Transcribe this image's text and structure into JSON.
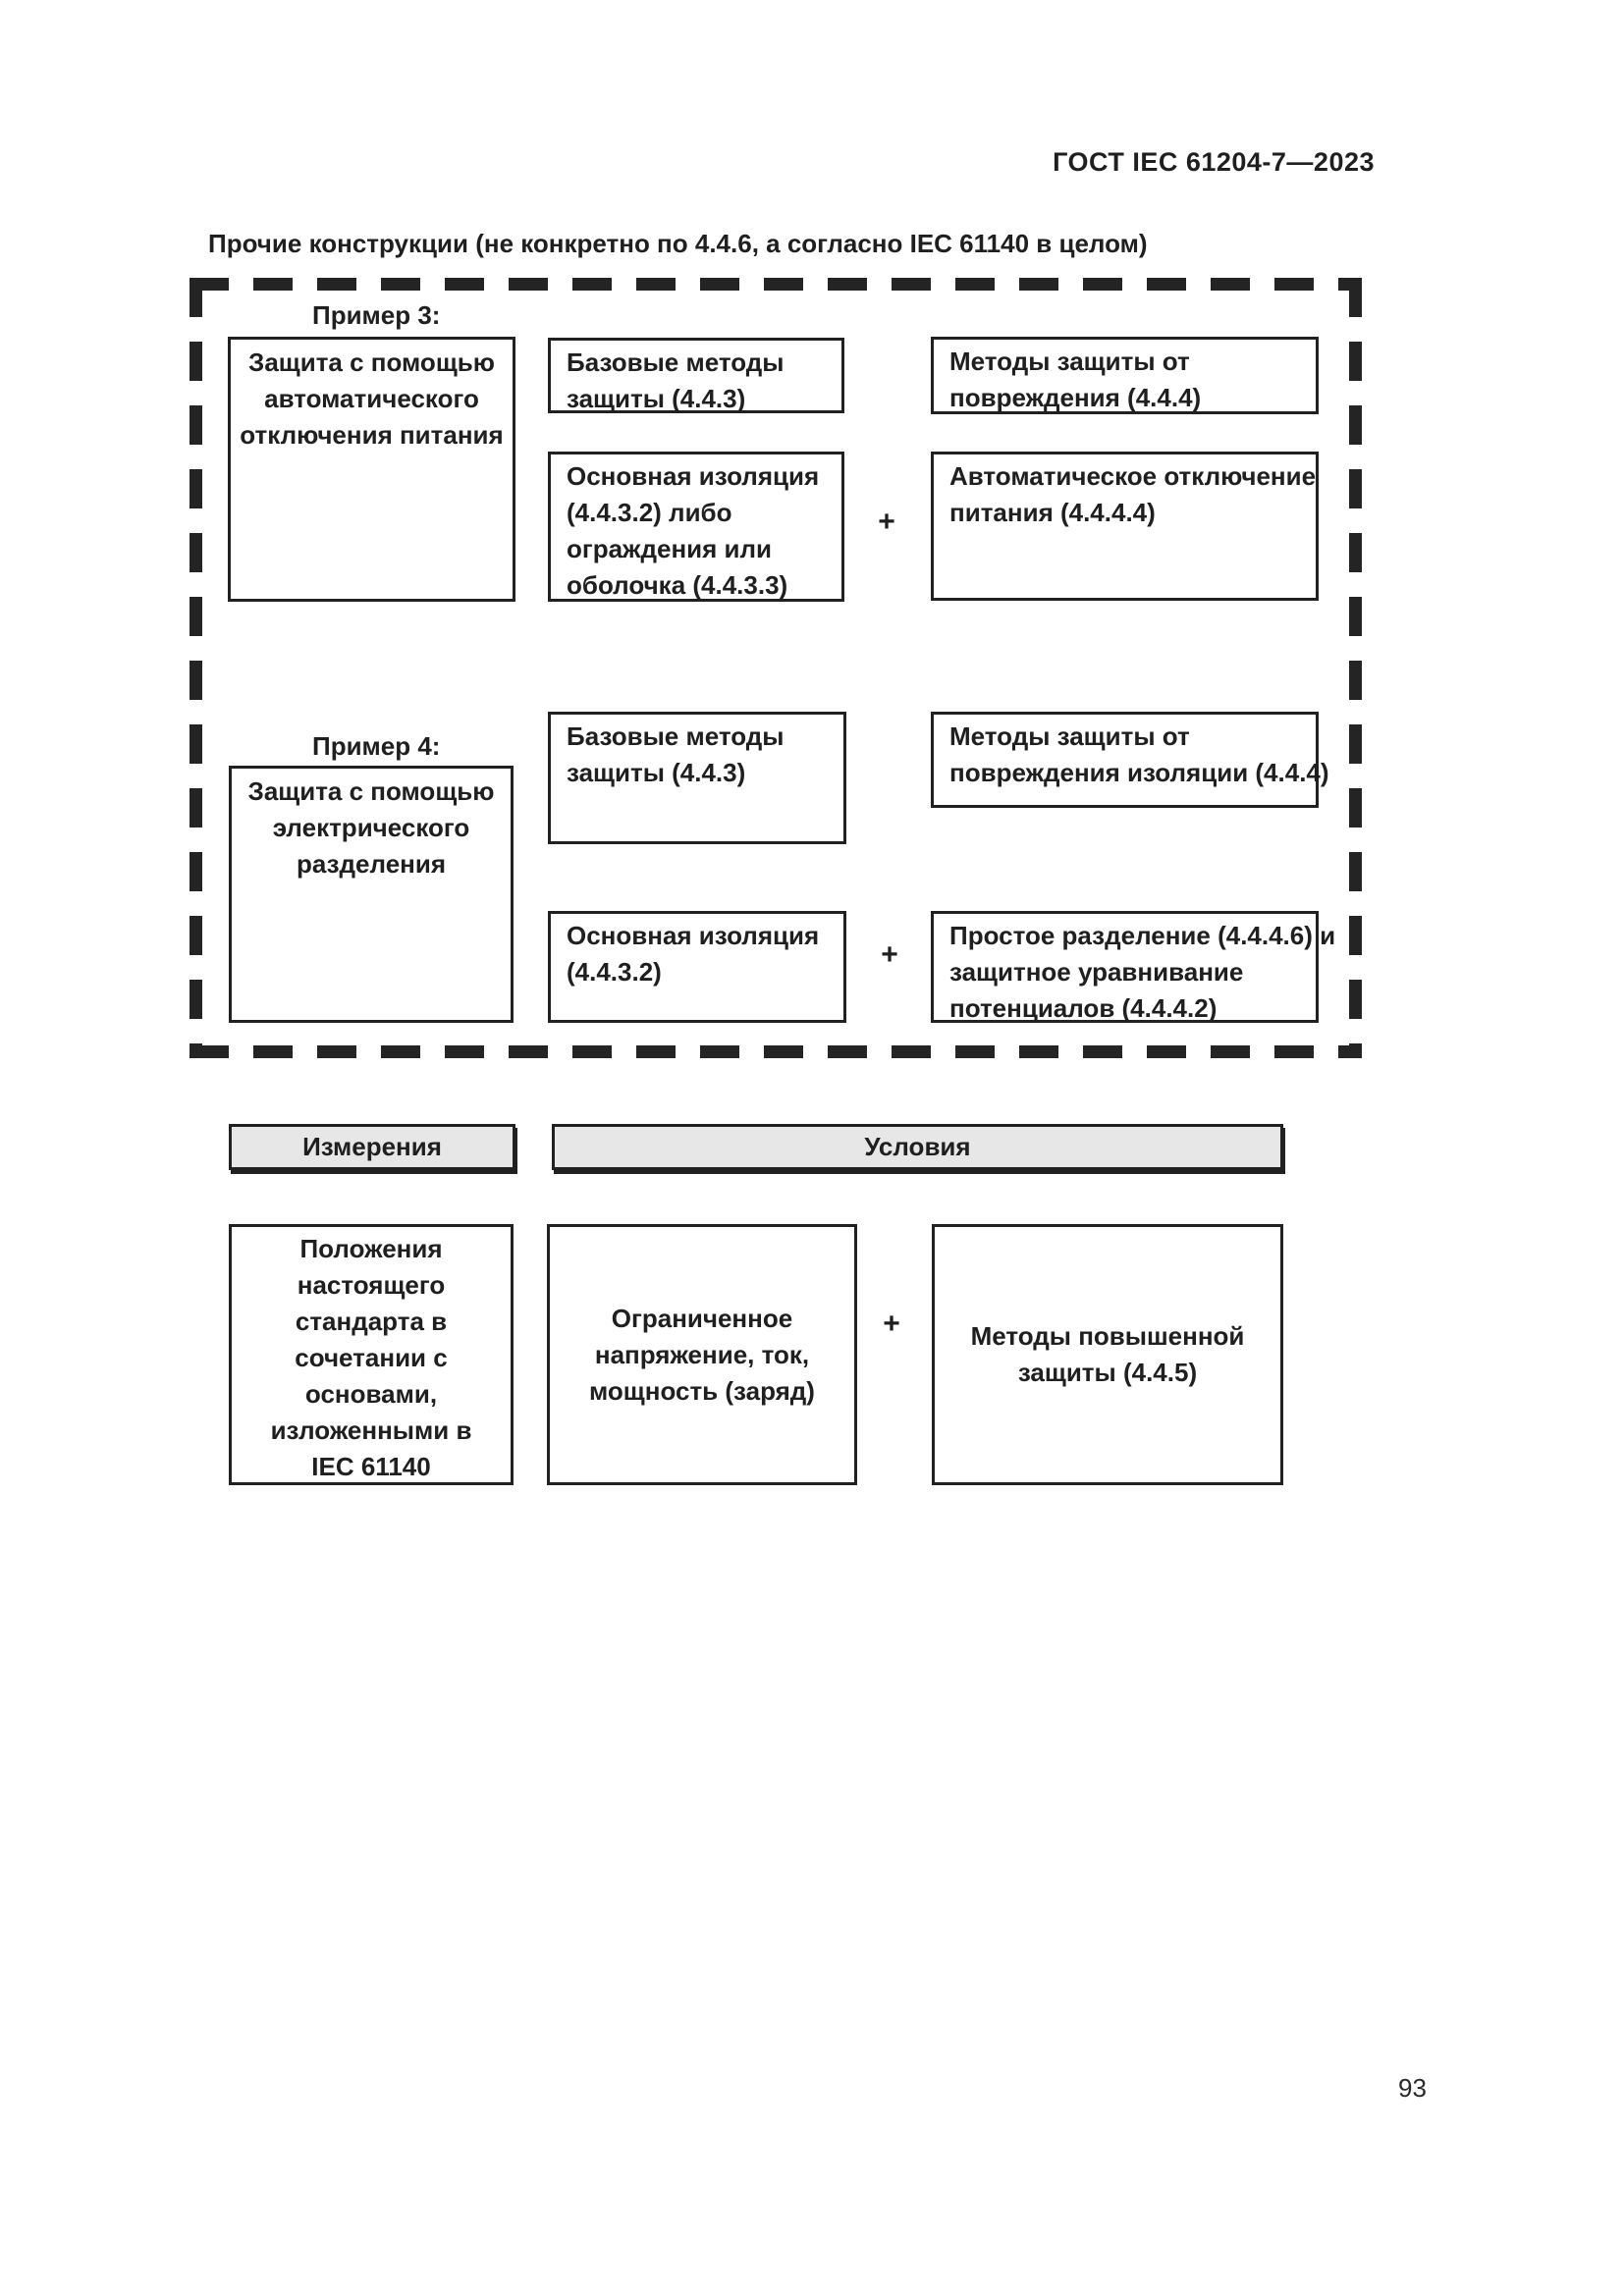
{
  "header": {
    "title": "ГОСТ IEC 61204-7—2023"
  },
  "intro_text": "Прочие конструкции (не конкретно по 4.4.6, а согласно IEC 61140 в целом)",
  "plus_sign": "+",
  "example3": {
    "label": "Пример 3:",
    "left": "Защита с помощью\nавтоматического\nотключения питания",
    "basic_methods": "Базовые методы\nзащиты (4.4.3)",
    "basic_insulation": "Основная изоляция\n(4.4.3.2) либо\nограждения или\nоболочка (4.4.3.3)",
    "fault_methods": "Методы защиты от\nповреждения (4.4.4)",
    "auto_disconnect": "Автоматическое отключение\nпитания (4.4.4.4)"
  },
  "example4": {
    "label": "Пример 4:",
    "left": "Защита с помощью\nэлектрического\nразделения",
    "basic_methods": "Базовые методы\nзащиты (4.4.3)",
    "basic_insulation": "Основная изоляция\n(4.4.3.2)",
    "fault_methods": "Методы защиты от\nповреждения изоляции (4.4.4)",
    "simple_separation": "Простое разделение (4.4.4.6) и\nзащитное уравнивание\nпотенциалов (4.4.4.2)"
  },
  "bottom_section": {
    "measures_header": "Измерения",
    "conditions_header": "Условия",
    "provisions": "Положения\nнастоящего\nстандарта в\nсочетании с\nосновами,\nизложенными в\nIEC 61140",
    "limited_energy": "Ограниченное\nнапряжение, ток,\nмощность (заряд)",
    "enhanced_protection": "Методы повышенной\nзащиты (4.4.5)"
  },
  "page_number": "93"
}
